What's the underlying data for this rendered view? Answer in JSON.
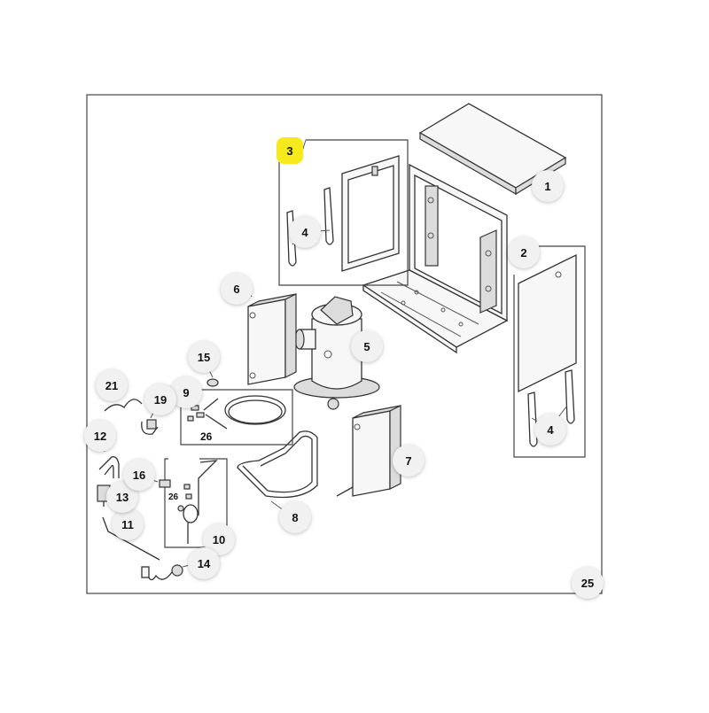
{
  "diagram": {
    "callouts": [
      {
        "id": "c1",
        "label": "1"
      },
      {
        "id": "c2",
        "label": "2"
      },
      {
        "id": "c3",
        "label": "3",
        "highlight": true
      },
      {
        "id": "c4a",
        "label": "4"
      },
      {
        "id": "c4b",
        "label": "4"
      },
      {
        "id": "c5",
        "label": "5"
      },
      {
        "id": "c6",
        "label": "6"
      },
      {
        "id": "c7",
        "label": "7"
      },
      {
        "id": "c8",
        "label": "8"
      },
      {
        "id": "c9",
        "label": "9"
      },
      {
        "id": "c10",
        "label": "10"
      },
      {
        "id": "c11",
        "label": "11"
      },
      {
        "id": "c12",
        "label": "12"
      },
      {
        "id": "c13",
        "label": "13"
      },
      {
        "id": "c14",
        "label": "14"
      },
      {
        "id": "c15",
        "label": "15"
      },
      {
        "id": "c16",
        "label": "16"
      },
      {
        "id": "c19",
        "label": "19"
      },
      {
        "id": "c21",
        "label": "21"
      },
      {
        "id": "c25",
        "label": "25"
      }
    ],
    "small_labels": [
      {
        "id": "s26a",
        "label": "26"
      },
      {
        "id": "s26b",
        "label": "26"
      }
    ],
    "highlight_color": "#f6ea1c"
  }
}
